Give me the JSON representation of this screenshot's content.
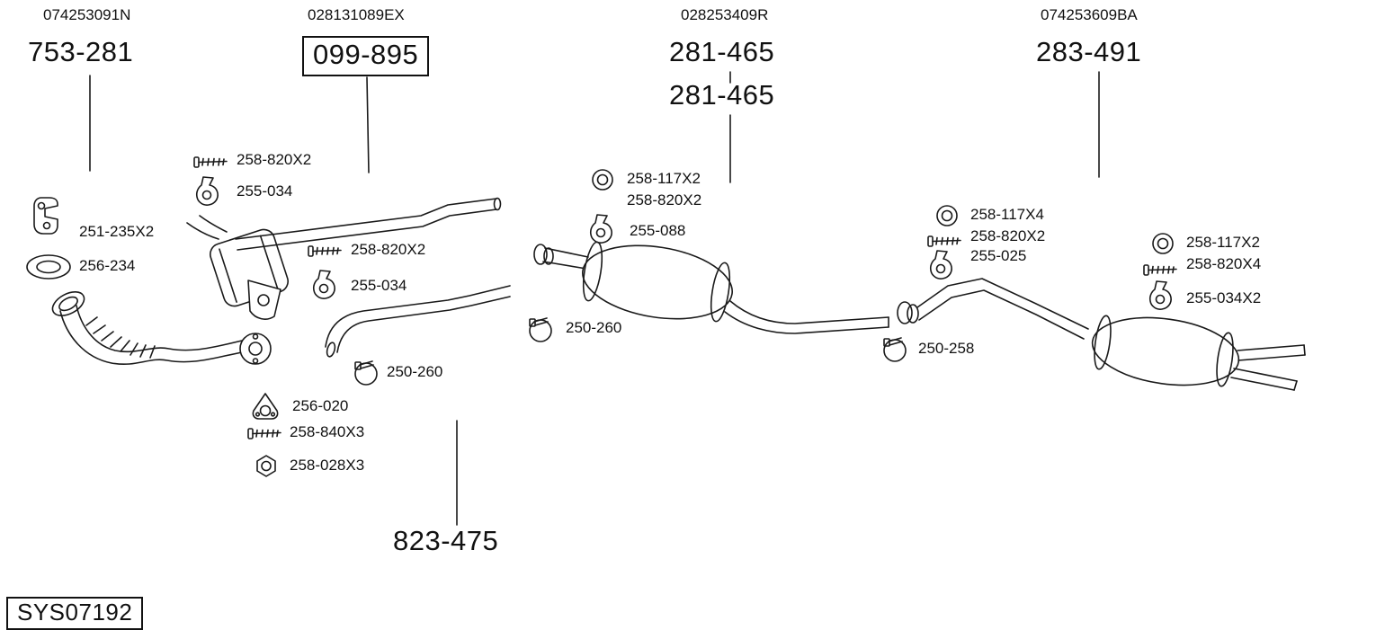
{
  "diagram": {
    "system_code": "SYS07192",
    "groups": [
      {
        "oem": "074253091N",
        "part": "753-281",
        "boxed": false
      },
      {
        "oem": "028131089EX",
        "part": "099-895",
        "boxed": true
      },
      {
        "oem": "028253409R",
        "part": "281-465",
        "part_line2": "281-465",
        "boxed": false
      },
      {
        "oem": "074253609BA",
        "part": "283-491",
        "boxed": false
      }
    ],
    "bottom_part": "823-475",
    "labels": [
      {
        "text": "258-820X2",
        "icon": "bolt-icon"
      },
      {
        "text": "255-034",
        "icon": "hanger-bracket-icon"
      },
      {
        "text": "251-235X2",
        "icon": "mount-bracket-icon"
      },
      {
        "text": "256-234",
        "icon": "gasket-ring-icon"
      },
      {
        "text": "258-820X2",
        "icon": "bolt-icon"
      },
      {
        "text": "255-034",
        "icon": "hanger-bracket-icon"
      },
      {
        "text": "250-260",
        "icon": "clamp-icon"
      },
      {
        "text": "256-020",
        "icon": "gasket-icon"
      },
      {
        "text": "258-840X3",
        "icon": "bolt-icon"
      },
      {
        "text": "258-028X3",
        "icon": "nut-icon"
      },
      {
        "text": "258-117X2",
        "icon": "ring-icon"
      },
      {
        "text": "258-820X2",
        "icon": "none"
      },
      {
        "text": "255-088",
        "icon": "hanger-bracket-icon"
      },
      {
        "text": "250-260",
        "icon": "clamp-icon"
      },
      {
        "text": "258-117X4",
        "icon": "ring-icon"
      },
      {
        "text": "258-820X2",
        "icon": "bolt-icon"
      },
      {
        "text": "255-025",
        "icon": "hanger-bracket-icon"
      },
      {
        "text": "250-258",
        "icon": "clamp-icon"
      },
      {
        "text": "258-117X2",
        "icon": "ring-icon"
      },
      {
        "text": "258-820X4",
        "icon": "bolt-icon"
      },
      {
        "text": "255-034X2",
        "icon": "hanger-bracket-icon"
      }
    ],
    "colors": {
      "line": "#1a1a1a",
      "background": "#ffffff",
      "text": "#111111"
    }
  }
}
